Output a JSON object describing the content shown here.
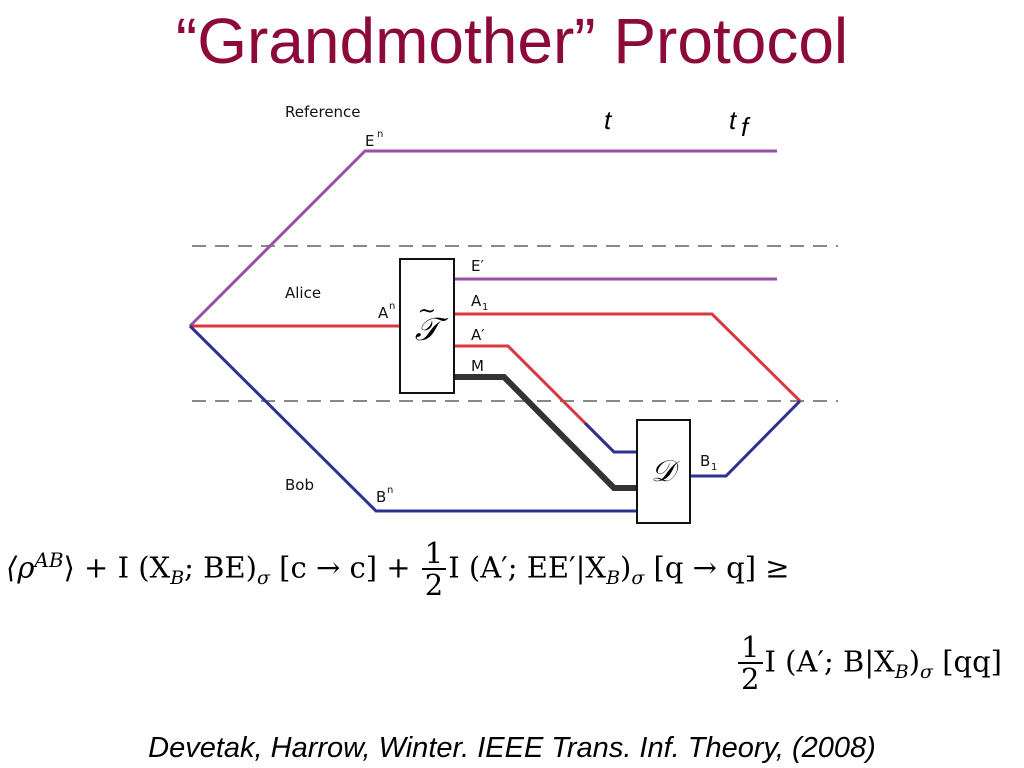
{
  "slide": {
    "title": "“Grandmother” Protocol",
    "citation": "Devetak, Harrow, Winter. IEEE Trans. Inf. Theory, (2008)"
  },
  "diagram": {
    "regions": {
      "reference": "Reference",
      "alice": "Alice",
      "bob": "Bob"
    },
    "times": {
      "t": "t",
      "tf": "t",
      "tf_sub": "f"
    },
    "systems": {
      "En": "E",
      "En_sup": "n",
      "An": "A",
      "An_sup": "n",
      "Bn": "B",
      "Bn_sup": "n",
      "Eprime": "E′",
      "A1": "A",
      "A1_sub": "1",
      "Aprime": "A′",
      "M": "M",
      "B1": "B",
      "B1_sub": "1"
    },
    "boxes": {
      "encoder": "𝒯",
      "encoder_accent": "~",
      "decoder": "𝒟"
    },
    "colors": {
      "reference": "#9b4fa8",
      "alice": "#d9393d",
      "bob": "#2e3192",
      "message": "#333333",
      "divider": "#888888"
    }
  },
  "equation": {
    "line1": {
      "lhs": "⟨ρ",
      "lhs_sup": "AB",
      "lhs_close": "⟩ + I (X",
      "xb_sub": "B",
      "part2": "; BE)",
      "sigma1": "σ",
      "resource1": " [c → c] + ",
      "half_num": "1",
      "half_den": "2",
      "part3": "I (A′; EE′|X",
      "xb2_sub": "B",
      "part3_close": ")",
      "sigma2": "σ",
      "resource2": " [q → q] ≥"
    },
    "line2": {
      "half_num": "1",
      "half_den": "2",
      "part1": "I (A′; B|X",
      "xb_sub": "B",
      "part1_close": ")",
      "sigma": "σ",
      "resource": " [qq]"
    }
  }
}
